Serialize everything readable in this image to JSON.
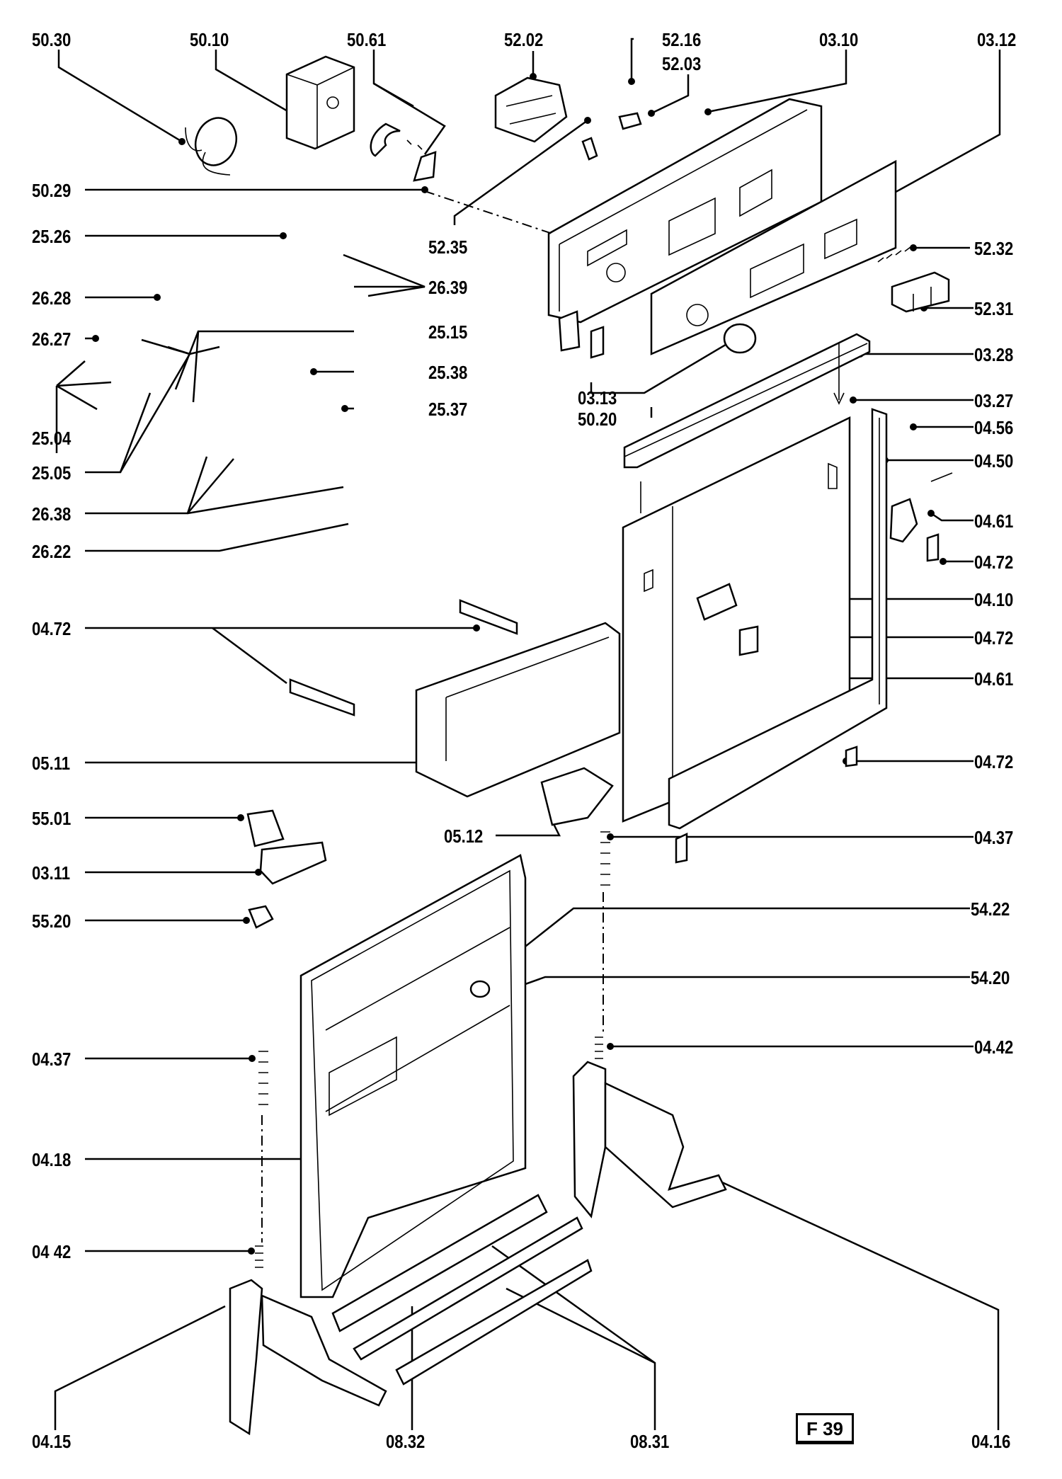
{
  "figure": {
    "title": "F 39",
    "type": "exploded parts diagram"
  },
  "labels": [
    {
      "id": "50.30",
      "text": "50.30"
    },
    {
      "id": "50.10",
      "text": "50.10"
    },
    {
      "id": "50.61",
      "text": "50.61"
    },
    {
      "id": "52.02",
      "text": "52.02"
    },
    {
      "id": "52.16",
      "text": "52.16"
    },
    {
      "id": "52.03",
      "text": "52.03"
    },
    {
      "id": "03.10",
      "text": "03.10"
    },
    {
      "id": "03.12",
      "text": "03.12"
    },
    {
      "id": "50.29",
      "text": "50.29"
    },
    {
      "id": "25.26",
      "text": "25.26"
    },
    {
      "id": "52.35",
      "text": "52.35"
    },
    {
      "id": "52.32",
      "text": "52.32"
    },
    {
      "id": "26.39",
      "text": "26.39"
    },
    {
      "id": "26.28",
      "text": "26.28"
    },
    {
      "id": "52.31",
      "text": "52.31"
    },
    {
      "id": "26.27",
      "text": "26.27"
    },
    {
      "id": "25.15",
      "text": "25.15"
    },
    {
      "id": "03.28",
      "text": "03.28"
    },
    {
      "id": "25.38",
      "text": "25.38"
    },
    {
      "id": "03.13",
      "text": "03.13"
    },
    {
      "id": "03.27",
      "text": "03.27"
    },
    {
      "id": "25.37",
      "text": "25.37"
    },
    {
      "id": "50.20",
      "text": "50.20"
    },
    {
      "id": "04.56",
      "text": "04.56"
    },
    {
      "id": "25.04",
      "text": "25.04"
    },
    {
      "id": "04.50",
      "text": "04.50"
    },
    {
      "id": "25.05",
      "text": "25.05"
    },
    {
      "id": "26.38",
      "text": "26.38"
    },
    {
      "id": "04.61a",
      "text": "04.61"
    },
    {
      "id": "26.22",
      "text": "26.22"
    },
    {
      "id": "04.72a",
      "text": "04.72"
    },
    {
      "id": "04.10",
      "text": "04.10"
    },
    {
      "id": "04.72b",
      "text": "04.72"
    },
    {
      "id": "04.72c",
      "text": "04.72"
    },
    {
      "id": "04.61b",
      "text": "04.61"
    },
    {
      "id": "05.11",
      "text": "05.11"
    },
    {
      "id": "04.72d",
      "text": "04.72"
    },
    {
      "id": "55.01",
      "text": "55.01"
    },
    {
      "id": "05.12",
      "text": "05.12"
    },
    {
      "id": "04.37a",
      "text": "04.37"
    },
    {
      "id": "03.11",
      "text": "03.11"
    },
    {
      "id": "55.20",
      "text": "55.20"
    },
    {
      "id": "54.22",
      "text": "54.22"
    },
    {
      "id": "54.20",
      "text": "54.20"
    },
    {
      "id": "04.37b",
      "text": "04.37"
    },
    {
      "id": "04.42a",
      "text": "04.42"
    },
    {
      "id": "04.18",
      "text": "04.18"
    },
    {
      "id": "04.42b",
      "text": "04 42"
    },
    {
      "id": "04.15",
      "text": "04.15"
    },
    {
      "id": "08.32",
      "text": "08.32"
    },
    {
      "id": "08.31",
      "text": "08.31"
    },
    {
      "id": "04.16",
      "text": "04.16"
    }
  ]
}
